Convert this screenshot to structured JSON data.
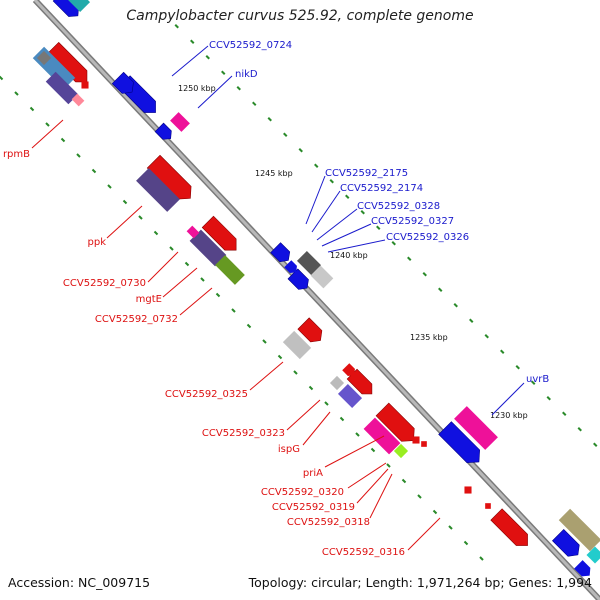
{
  "title": "Campylobacter curvus 525.92, complete genome",
  "footer": {
    "accession": "Accession: NC_009715",
    "summary": "Topology: circular; Length: 1,971,264 bp; Genes: 1,994"
  },
  "colors": {
    "backbone": "#909090",
    "forward_label": "#1a1acc",
    "reverse_label": "#dd1111",
    "tick": "#2a8a2a"
  },
  "scale_labels": [
    "1250 kbp",
    "1245 kbp",
    "1240 kbp",
    "1235 kbp",
    "1230 kbp"
  ],
  "forward_labels": [
    "CCV52592_0724",
    "nikD",
    "CCV52592_2175",
    "CCV52592_2174",
    "CCV52592_0328",
    "CCV52592_0327",
    "CCV52592_0326",
    "uvrB"
  ],
  "reverse_labels": [
    "rpmB",
    "ppk",
    "CCV52592_0730",
    "mgtE",
    "CCV52592_0732",
    "CCV52592_0325",
    "CCV52592_0323",
    "ispG",
    "priA",
    "CCV52592_0320",
    "CCV52592_0319",
    "CCV52592_0318",
    "CCV52592_0316"
  ]
}
